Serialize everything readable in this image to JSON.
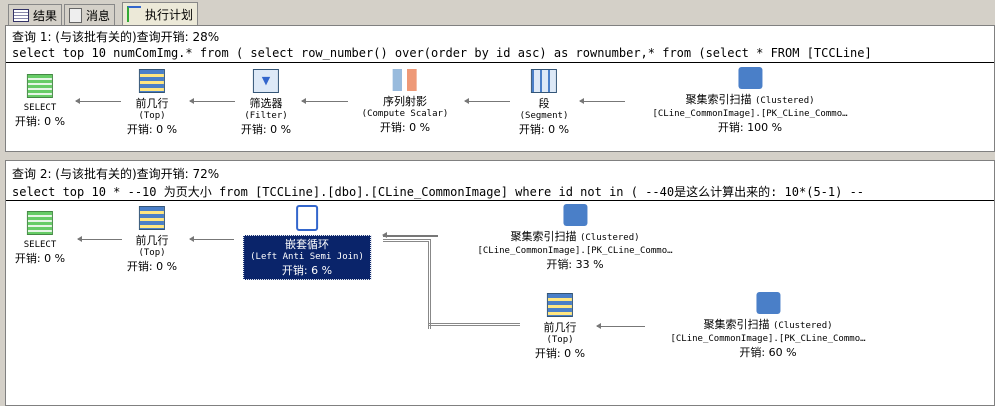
{
  "tabs": [
    {
      "label": "结果",
      "icon": "grid-icon"
    },
    {
      "label": "消息",
      "icon": "message-icon"
    },
    {
      "label": "执行计划",
      "icon": "execution-plan-icon"
    }
  ],
  "query1": {
    "header": "查询 1: (与该批有关的)查询开销: 28%",
    "sql": "select top 10 numComImg.* from ( select row_number() over(order by id asc) as rownumber,* from (select * FROM [TCCLine]",
    "nodes": [
      {
        "title": "SELECT",
        "sub": "",
        "cost": "开销: 0 %",
        "icon": "select-icon"
      },
      {
        "title": "前几行",
        "sub": "(Top)",
        "cost": "开销: 0 %",
        "icon": "top-icon"
      },
      {
        "title": "筛选器",
        "sub": "(Filter)",
        "cost": "开销: 0 %",
        "icon": "filter-icon"
      },
      {
        "title": "序列射影",
        "sub": "(Compute Scalar)",
        "cost": "开销: 0 %",
        "icon": "compute-scalar-icon"
      },
      {
        "title": "段",
        "sub": "(Segment)",
        "cost": "开销: 0 %",
        "icon": "segment-icon"
      },
      {
        "title": "聚集索引扫描",
        "title2": "(Clustered)",
        "sub": "[CLine_CommonImage].[PK_CLine_Commo…",
        "cost": "开销: 100 %",
        "icon": "clustered-index-scan-icon"
      }
    ]
  },
  "query2": {
    "header": "查询 2: (与该批有关的)查询开销: 72%",
    "sql": "select top 10 * --10 为页大小 from [TCCLine].[dbo].[CLine_CommonImage] where id not in ( --40是这么计算出来的: 10*(5-1) --",
    "nodes": [
      {
        "title": "SELECT",
        "sub": "",
        "cost": "开销: 0 %"
      },
      {
        "title": "前几行",
        "sub": "(Top)",
        "cost": "开销: 0 %"
      },
      {
        "title": "嵌套循环",
        "sub": "(Left Anti Semi Join)",
        "cost": "开销: 6 %"
      },
      {
        "title": "聚集索引扫描",
        "title2": "(Clustered)",
        "sub": "[CLine_CommonImage].[PK_CLine_Commo…",
        "cost": "开销: 33 %"
      },
      {
        "title": "前几行",
        "sub": "(Top)",
        "cost": "开销: 0 %"
      },
      {
        "title": "聚集索引扫描",
        "title2": "(Clustered)",
        "sub": "[CLine_CommonImage].[PK_CLine_Commo…",
        "cost": "开销: 60 %"
      }
    ]
  }
}
